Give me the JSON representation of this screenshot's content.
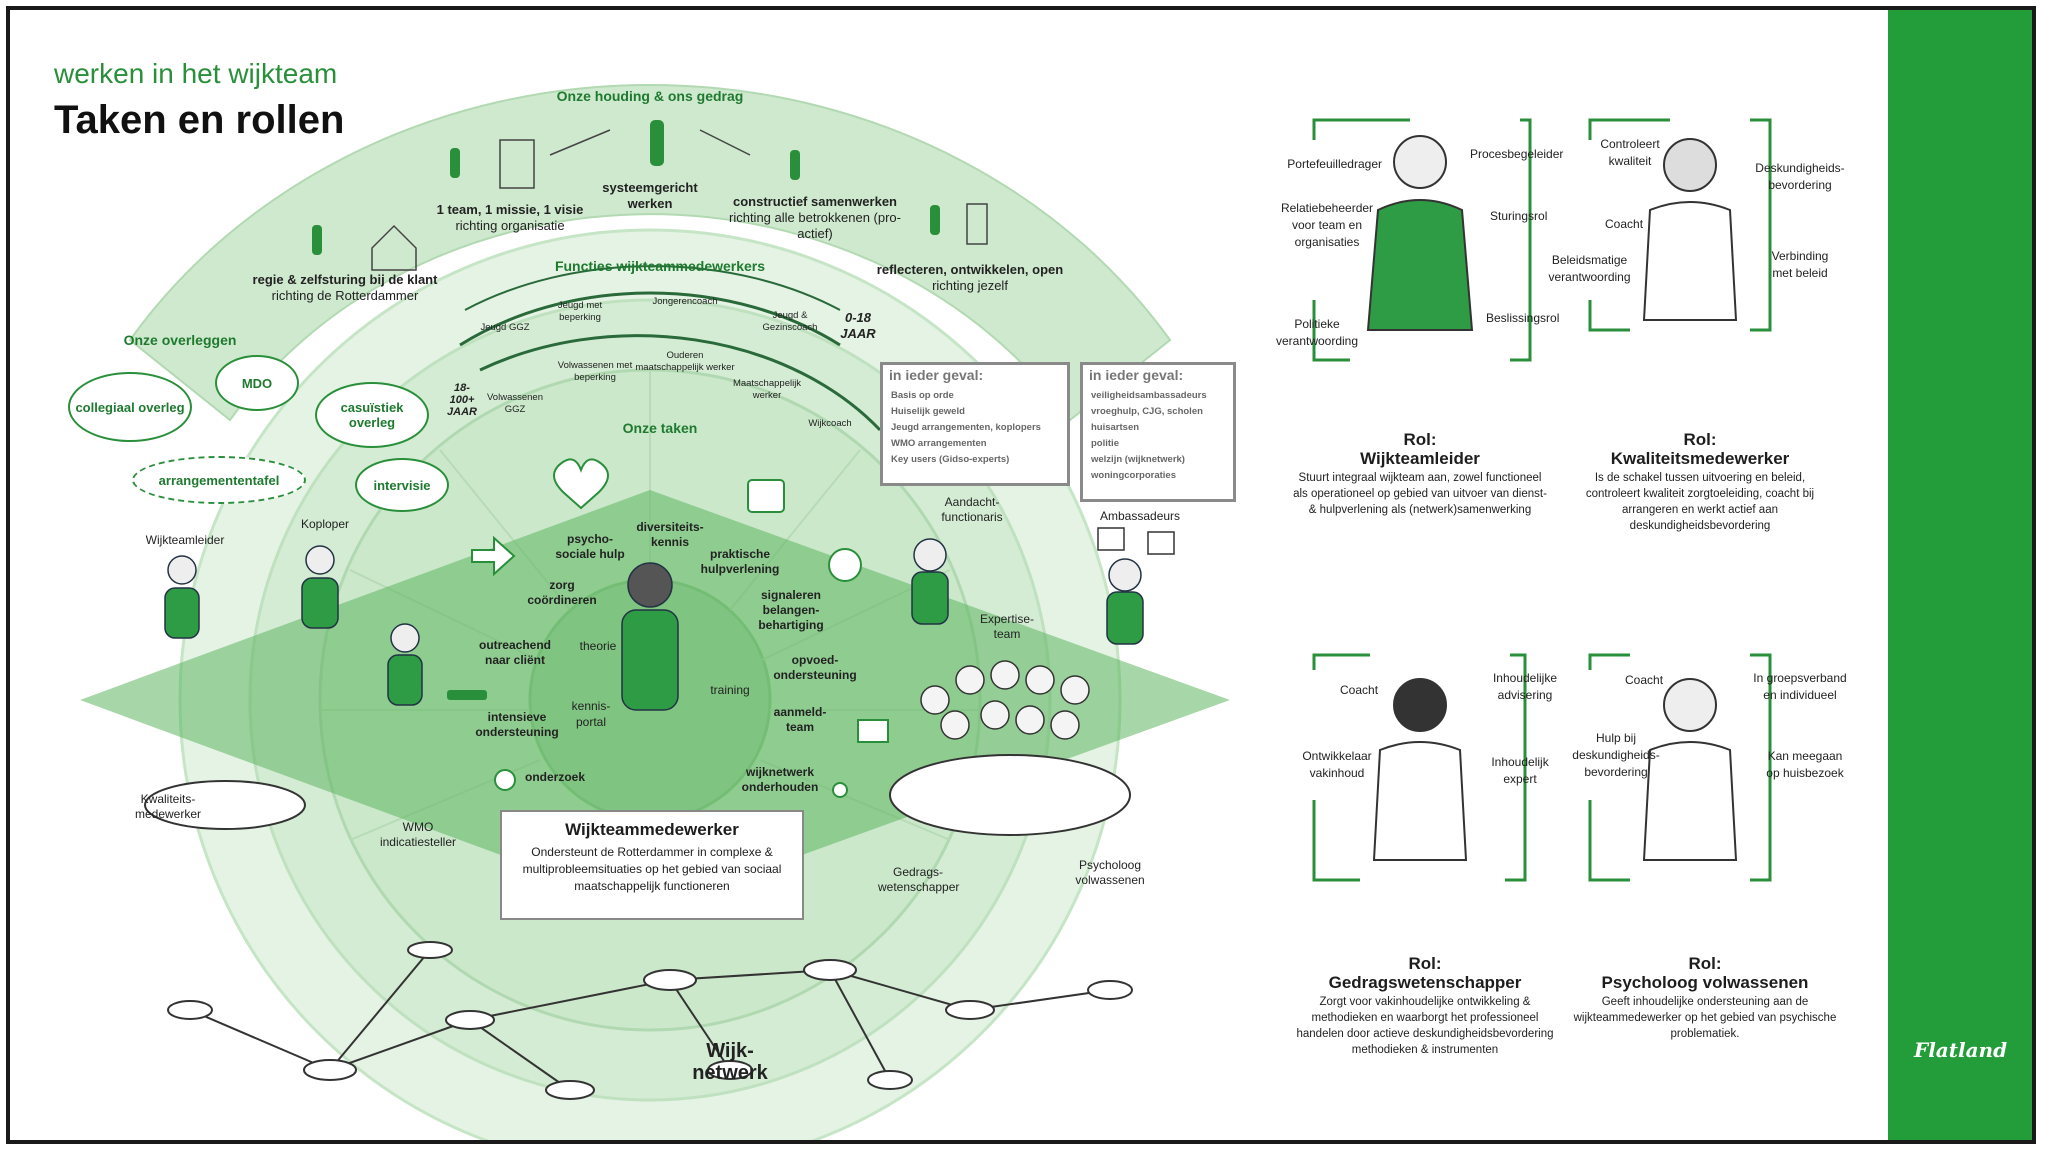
{
  "header": {
    "subtitle": "werken in het wijkteam",
    "title": "Taken en rollen"
  },
  "behaviour": {
    "title": "Onze houding & ons gedrag",
    "items": [
      {
        "bold": "regie & zelfsturing bij de klant",
        "sub": "richting de Rotterdammer"
      },
      {
        "bold": "1 team, 1 missie, 1 visie",
        "sub": "richting organisatie"
      },
      {
        "bold": "systeemgericht werken",
        "sub": ""
      },
      {
        "bold": "constructief samenwerken",
        "sub": "richting alle betrokkenen (pro-actief)"
      },
      {
        "bold": "reflecteren, ontwikkelen, open",
        "sub": "richting jezelf"
      }
    ]
  },
  "functions": {
    "title": "Functies wijkteammedewerkers",
    "youth_row": [
      "Jeugd GGZ",
      "Jeugd met beperking",
      "Jongerencoach",
      "Jeugd & Gezinscoach"
    ],
    "youth_age": "0-18 JAAR",
    "adult_row": [
      "Volwassenen GGZ",
      "Volwassenen met beperking",
      "Ouderen maatschappelijk werker",
      "Maatschappelijk werker",
      "Wijkcoach"
    ],
    "adult_age": "18-100+ JAAR"
  },
  "tasks": {
    "title": "Onze taken",
    "items": [
      "psycho-sociale hulp",
      "diversiteits-kennis",
      "praktische hulpverlening",
      "signaleren belangen-behartiging",
      "opvoed-ondersteuning",
      "aanmeld-team",
      "wijknetwerk onderhouden",
      "onderzoek",
      "intensieve ondersteuning",
      "outreachend naar cliënt",
      "zorg coördineren"
    ],
    "inner": [
      "theorie",
      "training",
      "kennis-portal"
    ]
  },
  "meetings": {
    "title": "Onze overleggen",
    "items": [
      "collegiaal overleg",
      "MDO",
      "casuïstiek overleg",
      "arrangemententafel",
      "intervisie"
    ]
  },
  "people": {
    "left": [
      "Wijkteamleider",
      "Koploper",
      "Kwaliteits-medewerker",
      "WMO indicatiesteller"
    ],
    "right": [
      "Aandacht-functionaris",
      "Expertise-team",
      "Ambassadeurs",
      "Gedrags-wetenschapper",
      "Psycholoog volwassenen"
    ]
  },
  "box_left": {
    "heading": "in ieder geval:",
    "items": [
      "Basis op orde",
      "Huiselijk geweld",
      "Jeugd arrangementen, koplopers",
      "WMO arrangementen",
      "Key users (Gidso-experts)"
    ]
  },
  "box_right": {
    "heading": "in ieder geval:",
    "items": [
      "veiligheidsambassadeurs",
      "vroeghulp, CJG, scholen",
      "huisartsen",
      "politie",
      "welzijn (wijknetwerk)",
      "woningcorporaties"
    ]
  },
  "center": {
    "title": "Wijkteammedewerker",
    "desc": "Ondersteunt de Rotterdammer in complexe & multiprobleemsituaties op het gebied van sociaal maatschappelijk functioneren"
  },
  "network_label": "Wijk-netwerk",
  "roles": [
    {
      "title_1": "Rol:",
      "title_2": "Wijkteamleider",
      "labels": [
        "Portefeuilledrager",
        "Procesbegeleider",
        "Relatiebeheerder voor team en organisaties",
        "Sturingsrol",
        "Beslissingsrol",
        "Politieke verantwoording"
      ],
      "desc": "Stuurt integraal wijkteam aan, zowel functioneel als operationeel op gebied van uitvoer van dienst- & hulpverlening als (netwerk)samenwerking"
    },
    {
      "title_1": "Rol:",
      "title_2": "Kwaliteitsmedewerker",
      "labels": [
        "Controleert kwaliteit",
        "Deskundigheids-bevordering",
        "Coacht",
        "Beleidsmatige verantwoording",
        "Verbinding met beleid"
      ],
      "desc": "Is de schakel tussen uitvoering en beleid, controleert kwaliteit zorgtoeleiding, coacht bij arrangeren en werkt actief aan deskundigheidsbevordering"
    },
    {
      "title_1": "Rol:",
      "title_2": "Gedragswetenschapper",
      "labels": [
        "Coacht",
        "Inhoudelijke advisering",
        "Ontwikkelaar vakinhoud",
        "Inhoudelijk expert"
      ],
      "desc": "Zorgt voor vakinhoudelijke ontwikkeling & methodieken en waarborgt het professioneel handelen door actieve deskundigheidsbevordering methodieken & instrumenten"
    },
    {
      "title_1": "Rol:",
      "title_2": "Psycholoog volwassenen",
      "labels": [
        "Coacht",
        "In groepsverband en individueel",
        "Hulp bij deskundigheids-bevordering",
        "Kan meegaan op huisbezoek"
      ],
      "desc": "Geeft inhoudelijke ondersteuning aan de wijkteammedewerker op het gebied van psychische problematiek."
    }
  ],
  "brand": "Flatland",
  "colors": {
    "accent": "#239c3a",
    "light_green": "#d9eed9",
    "mid_green": "#b5dcb5"
  }
}
